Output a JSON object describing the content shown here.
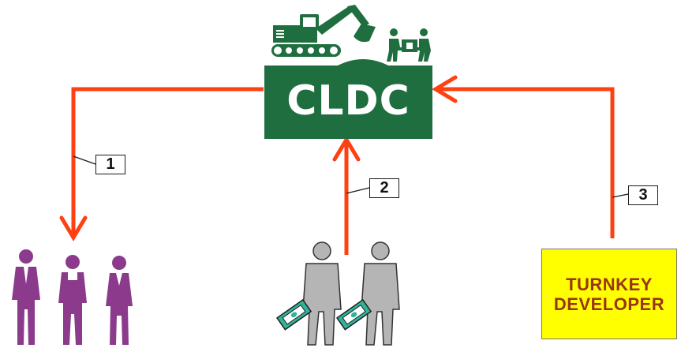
{
  "diagram": {
    "center_label": "CLDC",
    "steps": [
      {
        "number": "1"
      },
      {
        "number": "2"
      },
      {
        "number": "3"
      }
    ],
    "developer_label": [
      "TURNKEY",
      "DEVELOPER"
    ]
  },
  "icons": {
    "excavator": "excavator-icon",
    "movers": "people-carrying-box-icon",
    "residents": "family-group-icon",
    "buyers": "people-with-cash-icon"
  },
  "colors": {
    "arrow": "#ff4012",
    "cldc_green": "#1f6e3f",
    "icon_green": "#1f6e3f",
    "purple": "#8b3a8c",
    "gray_person": "#b5b5b5",
    "cash": "#2fb39a",
    "developer_fill": "#ffff00",
    "developer_text": "#9a3412"
  }
}
